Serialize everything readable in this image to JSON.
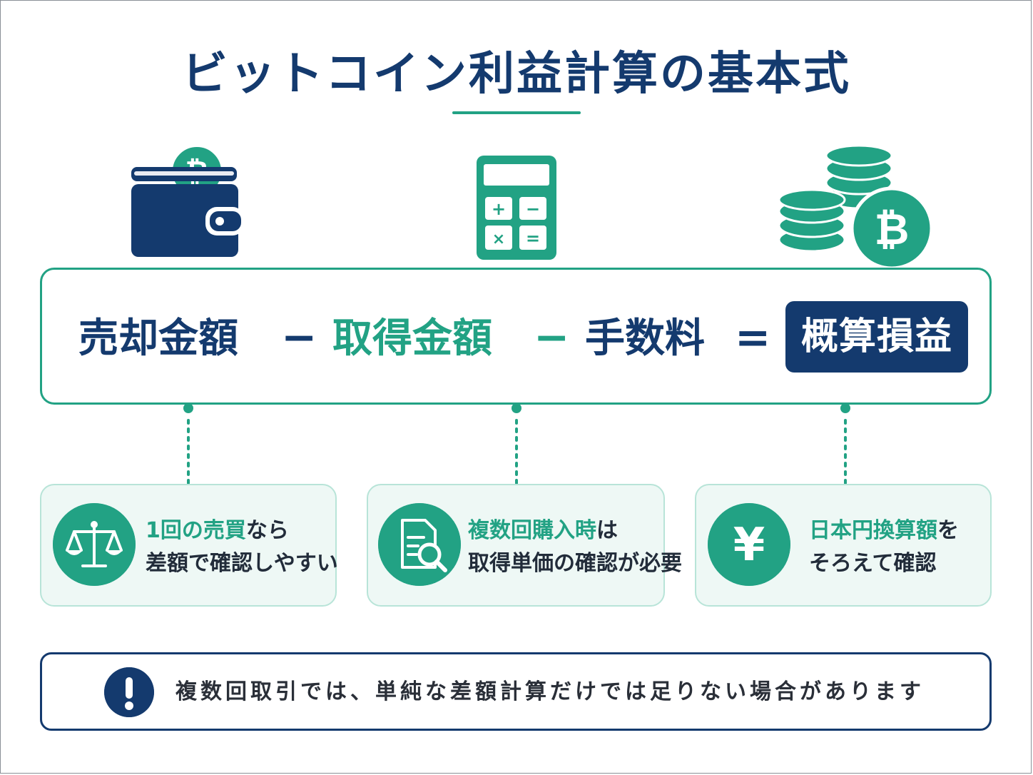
{
  "title": "ビットコイン利益計算の基本式",
  "colors": {
    "navy": "#143a6e",
    "green": "#22a284",
    "card_bg": "#eef8f5"
  },
  "icons": [
    "wallet-bitcoin-icon",
    "calculator-icon",
    "coin-stack-bitcoin-icon"
  ],
  "formula": {
    "term1": "売却金額",
    "minus1": "−",
    "term2": "取得金額",
    "minus2": "−",
    "term3": "手数料",
    "equals": "=",
    "result": "概算損益"
  },
  "cards": [
    {
      "icon": "balance-scale-icon",
      "highlight": "1回の売買",
      "rest": "なら",
      "line2": "差額で確認しやすい"
    },
    {
      "icon": "document-search-icon",
      "highlight": "複数回購入時",
      "rest": "は",
      "line2": "取得単価の確認が必要"
    },
    {
      "icon": "yen-icon",
      "highlight": "日本円換算額",
      "rest": "を",
      "line2": "そろえて確認"
    }
  ],
  "note": {
    "icon": "exclamation-icon",
    "text": "複数回取引では、単純な差額計算だけでは足りない場合があります"
  }
}
